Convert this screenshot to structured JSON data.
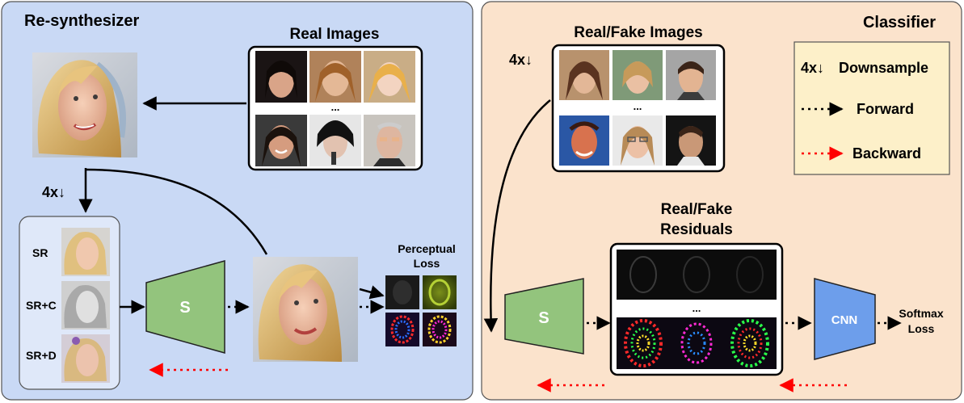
{
  "colors": {
    "left_panel": "#c9d9f5",
    "right_panel": "#fbe3cc",
    "legend_bg": "#fdf0c9",
    "module_green": "#93c47d",
    "module_blue": "#6d9eeb",
    "forward_arrow": "#000000",
    "backward_arrow": "#ff0000",
    "residual_dark": "#0c0c0c"
  },
  "left_panel": {
    "title": "Re-synthesizer",
    "real_images_label": "Real Images",
    "real_images_ellipsis": "...",
    "downsample_label": "4x↓",
    "sr_variants": [
      "SR",
      "SR+C",
      "SR+D"
    ],
    "resynth_module_label": "S",
    "perceptual_loss_label_line1": "Perceptual",
    "perceptual_loss_label_line2": "Loss"
  },
  "right_panel": {
    "title": "Classifier",
    "real_fake_images_label": "Real/Fake Images",
    "real_fake_images_ellipsis": "...",
    "downsample_label": "4x↓",
    "residuals_label_line1": "Real/Fake",
    "residuals_label_line2": "Residuals",
    "residuals_ellipsis": "...",
    "resynth_module_label": "S",
    "cnn_label": "CNN",
    "softmax_label_line1": "Softmax",
    "softmax_label_line2": "Loss"
  },
  "legend": {
    "downsample_symbol": "4x↓",
    "downsample_label": "Downsample",
    "forward_label": "Forward",
    "backward_label": "Backward"
  }
}
